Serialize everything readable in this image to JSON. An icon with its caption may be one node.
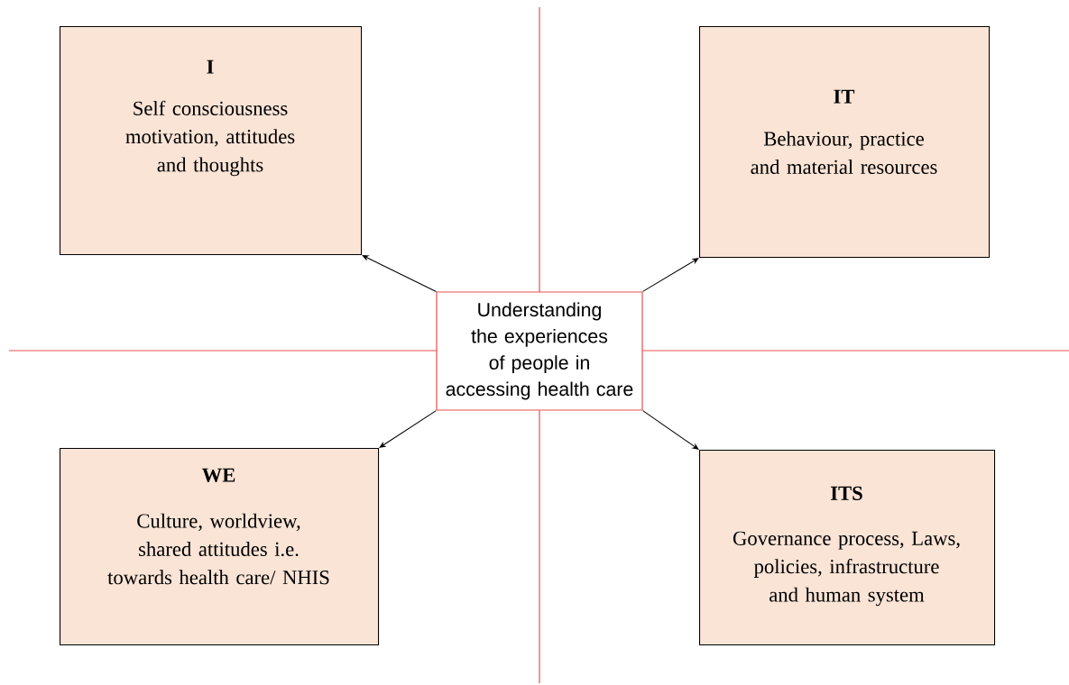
{
  "diagram": {
    "nodes": [
      {
        "text": [
          "I",
          "Self consciousness motivation, attitudes and thoughts"
        ]
      },
      {
        "text": [
          "IT",
          "Behaviour, practice and material resources"
        ]
      },
      {
        "text": [
          "Understanding the experiences of people in accessing health care"
        ]
      },
      {
        "text": [
          "WE",
          "Culture, worldview, shared attitudes i.e. towards health care/ NHIS"
        ]
      },
      {
        "text": [
          "ITS",
          "Governance process, Laws, policies, infrastructure and human system"
        ]
      }
    ],
    "edges": [
      {
        "from": 2,
        "to": 0,
        "arrow": "to"
      },
      {
        "from": 2,
        "to": 1,
        "arrow": "to"
      },
      {
        "from": 2,
        "to": 3,
        "arrow": "to"
      },
      {
        "from": 2,
        "to": 4,
        "arrow": "to"
      }
    ]
  }
}
